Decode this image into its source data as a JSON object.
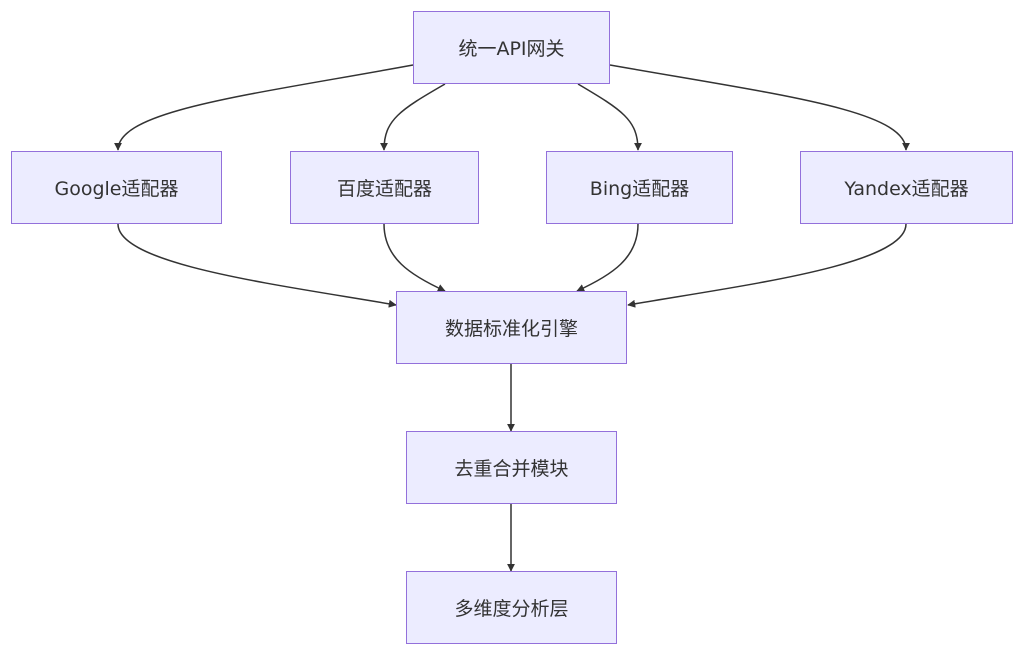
{
  "nodes": {
    "gateway": "统一API网关",
    "google": "Google适配器",
    "baidu": "百度适配器",
    "bing": "Bing适配器",
    "yandex": "Yandex适配器",
    "normalize": "数据标准化引擎",
    "dedup": "去重合并模块",
    "analysis": "多维度分析层"
  },
  "edges": [
    {
      "from": "gateway",
      "to": "google"
    },
    {
      "from": "gateway",
      "to": "baidu"
    },
    {
      "from": "gateway",
      "to": "bing"
    },
    {
      "from": "gateway",
      "to": "yandex"
    },
    {
      "from": "google",
      "to": "normalize"
    },
    {
      "from": "baidu",
      "to": "normalize"
    },
    {
      "from": "bing",
      "to": "normalize"
    },
    {
      "from": "yandex",
      "to": "normalize"
    },
    {
      "from": "normalize",
      "to": "dedup"
    },
    {
      "from": "dedup",
      "to": "analysis"
    }
  ],
  "colors": {
    "node_fill": "#ececff",
    "node_border": "#9370db",
    "edge": "#333333",
    "text": "#333333"
  }
}
